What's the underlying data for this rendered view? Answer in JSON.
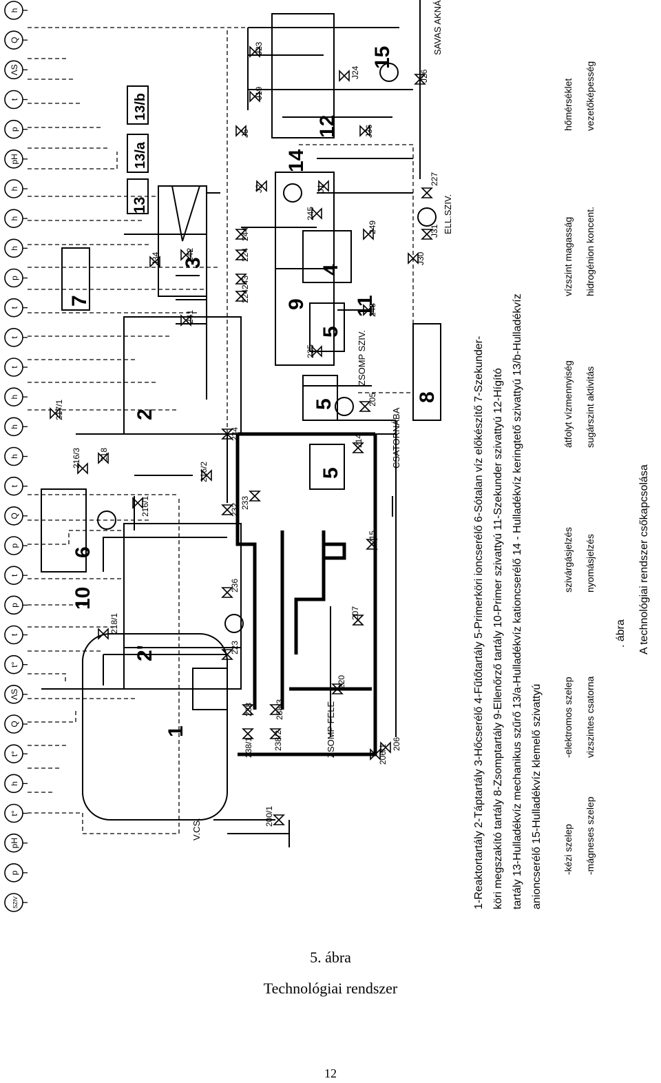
{
  "diagram": {
    "sensors_top": [
      "SZIV",
      "p",
      "pH",
      "t°",
      "h",
      "t°",
      "Q",
      "ΛS",
      "t°",
      "t",
      "p",
      "t",
      "p",
      "Q",
      "t",
      "h",
      "h",
      "h",
      "t",
      "t",
      "t",
      "p",
      "h",
      "h",
      "h",
      "pH",
      "p",
      "t",
      "ΛS",
      "Q",
      "h"
    ],
    "equipment": {
      "1": "1",
      "2": "2",
      "2prime": "2'",
      "3": "3",
      "4": "4",
      "5a": "5",
      "5b": "5",
      "5c": "5",
      "6": "6",
      "7": "7",
      "8": "8",
      "9": "9",
      "10": "10",
      "11": "11",
      "12": "12",
      "13": "13",
      "13a": "13/a",
      "13b": "13/b",
      "14": "14",
      "15": "15"
    },
    "valve_labels": {
      "v200_1": "200/1",
      "v206_1": "206/1",
      "v206": "206",
      "v238_1": "238/1",
      "v238": "238",
      "v238_2": "238/2",
      "v238_3": "238/3",
      "v220": "220",
      "v223": "223",
      "v218_1": "218/1",
      "v236": "236",
      "v207": "207",
      "v215": "215",
      "v214": "214",
      "v217_1": "217/1",
      "v218": "218",
      "v216_1": "216/1",
      "v232": "232",
      "v233": "233",
      "v216_2": "216/2",
      "v216_3": "216/3",
      "v234": "234",
      "v205": "205",
      "v225": "225",
      "v241": "241",
      "v224": "224",
      "v243": "243",
      "v224b": "224",
      "v242": "242",
      "v244": "244",
      "v248": "248",
      "v249": "249",
      "v245": "245",
      "v34": "J34",
      "vJ2": "J2",
      "vJ1": "J1",
      "vJ30": "J30",
      "vJ31": "J31",
      "v227": "227",
      "vJ5": "J5",
      "vJ19": "J19",
      "vJ23": "J23",
      "vJ36": "J36",
      "vJ24": "J24",
      "vJ26": "J26"
    },
    "annotations": {
      "vcs": "V.CS.",
      "zsomp_fele": "ZSOMP FELE",
      "csatornaba": "CSATORNÁBA",
      "zsomp_sziv": "ZSOMP SZIV.",
      "ell_sziv": "ELL.SZIV.",
      "savas_aknaba": "SAVAS AKNÁBA"
    },
    "legend_lines": [
      "1-Reaktortartály   2-Táptartály   3-Hőcserélő   4-Fűtőtartály   5-Primerköri ioncserélő   6-Sótalan víz előkészítő   7-Szekunder-",
      "köri megszakító tartály   8-Zsomptartály   9-Ellenőrző tartály   10-Primer szivattyú   11-Szekunder szivattyú   12-Hígító",
      "tartály  13-Hulladékvíz mechanikus szűrő  13/a-Hulladékvíz kationcserélő  14 - Hulladékvíz keringtető szivattyú  13/b-Hulladékvíz",
      "anioncserélő   15-Hulladékvíz klemelő szivattyú"
    ],
    "symbol_legend": [
      "-kézi szelep",
      "-elektromos szelep",
      "szivárgásjelzés",
      "átfolyt vízmennyiség",
      "vízszint magasság",
      "hőmérséklet",
      "-mágneses szelep",
      "vizszintes csatorna",
      "nyomásjelzés",
      "sugárszint aktivitás",
      "hidrogénion koncent.",
      "vezetőképesség"
    ],
    "figure_caption": [
      ". ábra",
      "A  technológiai  rendszer  csőkapcsolása"
    ]
  },
  "caption": {
    "figure_number": "5. ábra",
    "title": "Technológiai rendszer"
  },
  "page": {
    "number": "12"
  }
}
